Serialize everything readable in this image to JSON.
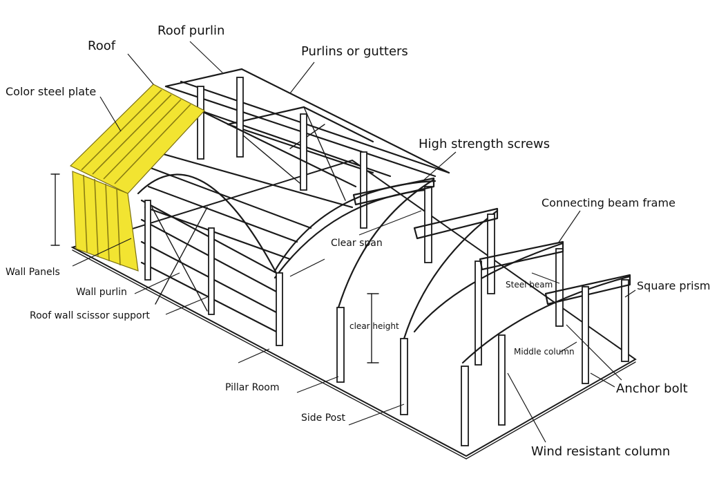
{
  "labels": {
    "roof": "Roof",
    "roof_purlin": "Roof purlin",
    "purlins_or_gutters": "Purlins or gutters",
    "color_steel_plate": "Color steel plate",
    "high_strength_screws": "High strength screws",
    "connecting_beam_frame": "Connecting beam frame",
    "clear_span": "Clear span",
    "square_prism": "Square prism",
    "steel_beam": "Steel beam",
    "wall_panels": "Wall Panels",
    "wall_purlin": "Wall purlin",
    "roof_wall_scissor_support": "Roof wall scissor support",
    "clear_height": "clear height",
    "middle_column": "Middle column",
    "anchor_bolt": "Anchor bolt",
    "pillar_room": "Pillar Room",
    "side_post": "Side Post",
    "wind_resistant_column": "Wind resistant column"
  },
  "colors": {
    "panel_fill": "#f2e431",
    "line": "#1a1a1a",
    "background": "#ffffff"
  }
}
